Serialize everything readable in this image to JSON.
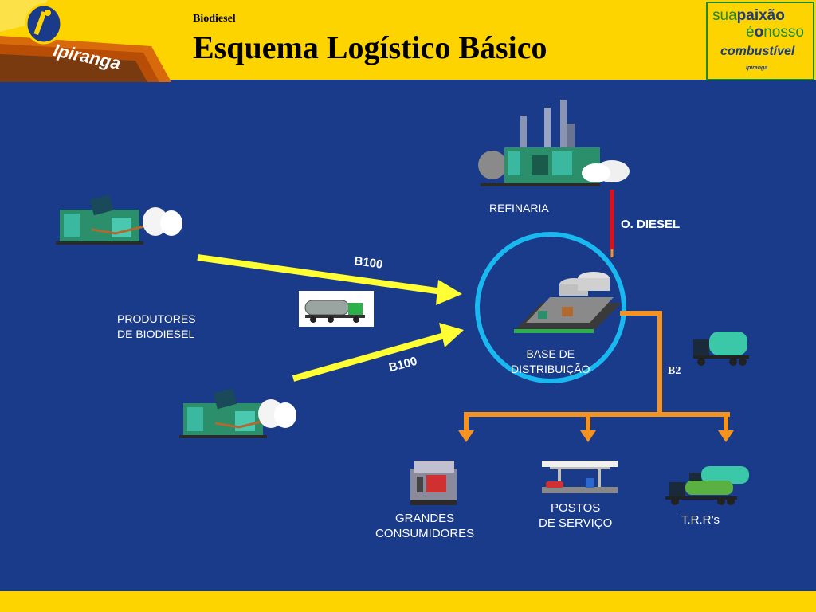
{
  "header": {
    "kicker": "Biodiesel",
    "title": "Esquema Logístico Básico",
    "logo_text": "Ipiranga",
    "brand": {
      "sua": "sua",
      "paixao": "paixão",
      "e": "é",
      "o": "o",
      "nosso": "nosso",
      "combustivel": "combustível",
      "mini_logo": "Ipiranga"
    }
  },
  "nodes": {
    "refinaria": "REFINARIA",
    "produtores": "PRODUTORES\nDE BIODIESEL",
    "base": "BASE DE\nDISTRIBUIÇÃO",
    "grandes": "GRANDES\nCONSUMIDORES",
    "postos": "POSTOS\nDE SERVIÇO",
    "trr": "T.R.R’s"
  },
  "flows": {
    "b100_top": "B100",
    "b100_bottom": "B100",
    "o_diesel": "O. DIESEL",
    "b2": "B2"
  },
  "colors": {
    "background": "#1a3a8a",
    "header": "#fdd400",
    "arrow_yellow": "#ffff33",
    "arrow_orange": "#f5931e",
    "arrow_red": "#e0101a",
    "circle": "#1ab8f0"
  }
}
